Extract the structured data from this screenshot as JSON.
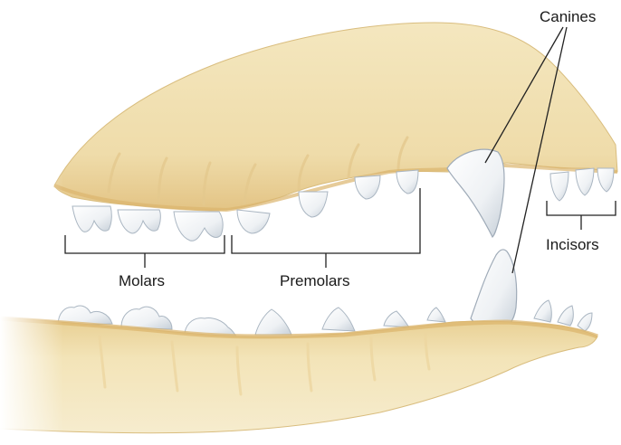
{
  "labels": {
    "canines": "Canines",
    "incisors": "Incisors",
    "molars": "Molars",
    "premolars": "Premolars"
  },
  "colors": {
    "bone": "#f1e2b3",
    "bone_shade": "#e2c98a",
    "gum": "#e8c98a",
    "tooth": "#f4f6f8",
    "tooth_shade": "#c9d2da",
    "line": "#222222"
  }
}
